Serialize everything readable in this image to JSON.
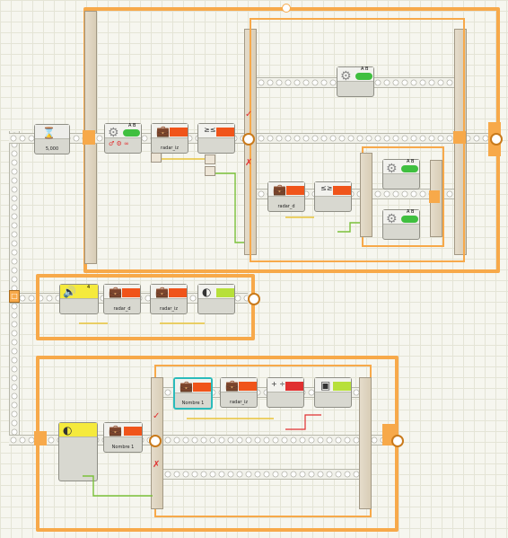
{
  "canvas": {
    "colors": {
      "loop_orange": "#f7a94a",
      "motor_green": "#3fbf3f",
      "variable_orange": "#f0541a",
      "compare_red": "#e03030",
      "sound_yellow": "#f5ea3c",
      "wire_yellow": "#e8c43a",
      "wire_green": "#7ac13a"
    }
  },
  "blocks": {
    "wait": {
      "value": "5,000"
    },
    "motor": {
      "ports": "A B"
    },
    "var_radar_iz_top": {
      "label": "radar_iz"
    },
    "var_radar_d": {
      "label": "radar_d"
    },
    "var_radar_d_sound": {
      "label": "radar_d"
    },
    "var_radar_iz_sound": {
      "label": "radar_iz"
    },
    "sound": {
      "value": "4"
    },
    "var_nombre1_bottom": {
      "label": "Nombre 1"
    },
    "var_nombre1_branch": {
      "label": "Nombre 1"
    },
    "var_radar_iz_branch": {
      "label": "radar_iz"
    }
  }
}
